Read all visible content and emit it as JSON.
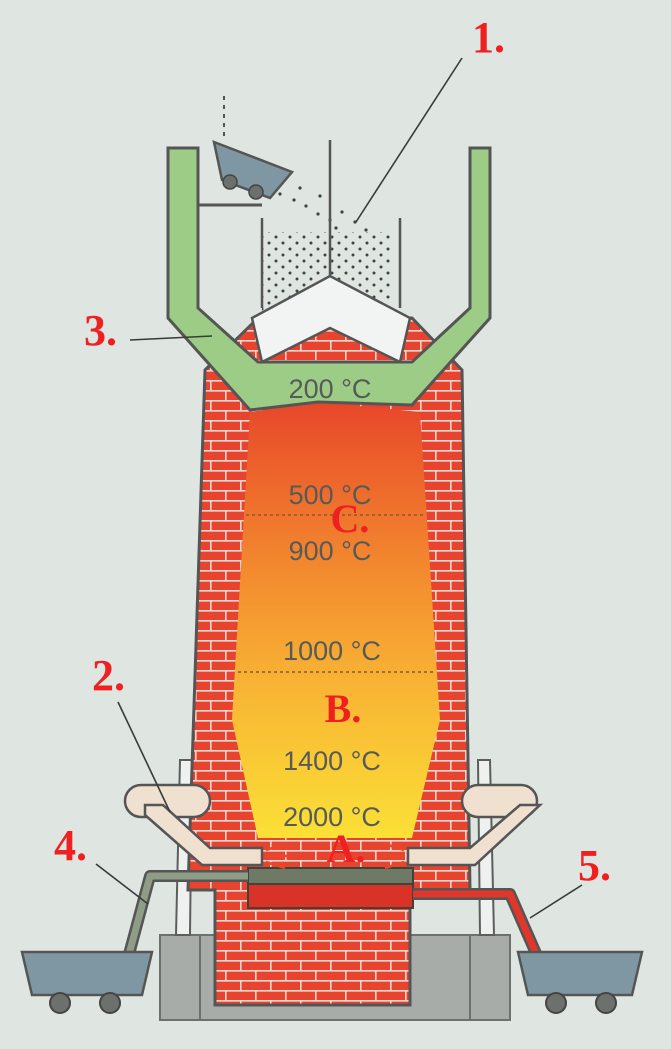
{
  "diagram": {
    "temperatures": {
      "t200": "200 °C",
      "t500": "500 °C",
      "t900": "900 °C",
      "t1000": "1000 °C",
      "t1400": "1400 °C",
      "t2000": "2000 °C"
    },
    "zones": {
      "a": "A.",
      "b": "B.",
      "c": "C."
    },
    "callouts": {
      "c1": "1.",
      "c2": "2.",
      "c3": "3.",
      "c4": "4.",
      "c5": "5."
    },
    "colors": {
      "background": "#dfe5e1",
      "brick": "#e8432f",
      "mortar": "#f5d7cf",
      "green": "#9dcc86",
      "label_red": "#ee2020",
      "hot_top": "#e8472a",
      "hot_bottom": "#fbe036",
      "tuyere_pipe": "#efe0d0",
      "slag": "#6e7a66",
      "iron": "#d93226",
      "cart": "#7e97a2",
      "base": "#a8aca8"
    }
  }
}
